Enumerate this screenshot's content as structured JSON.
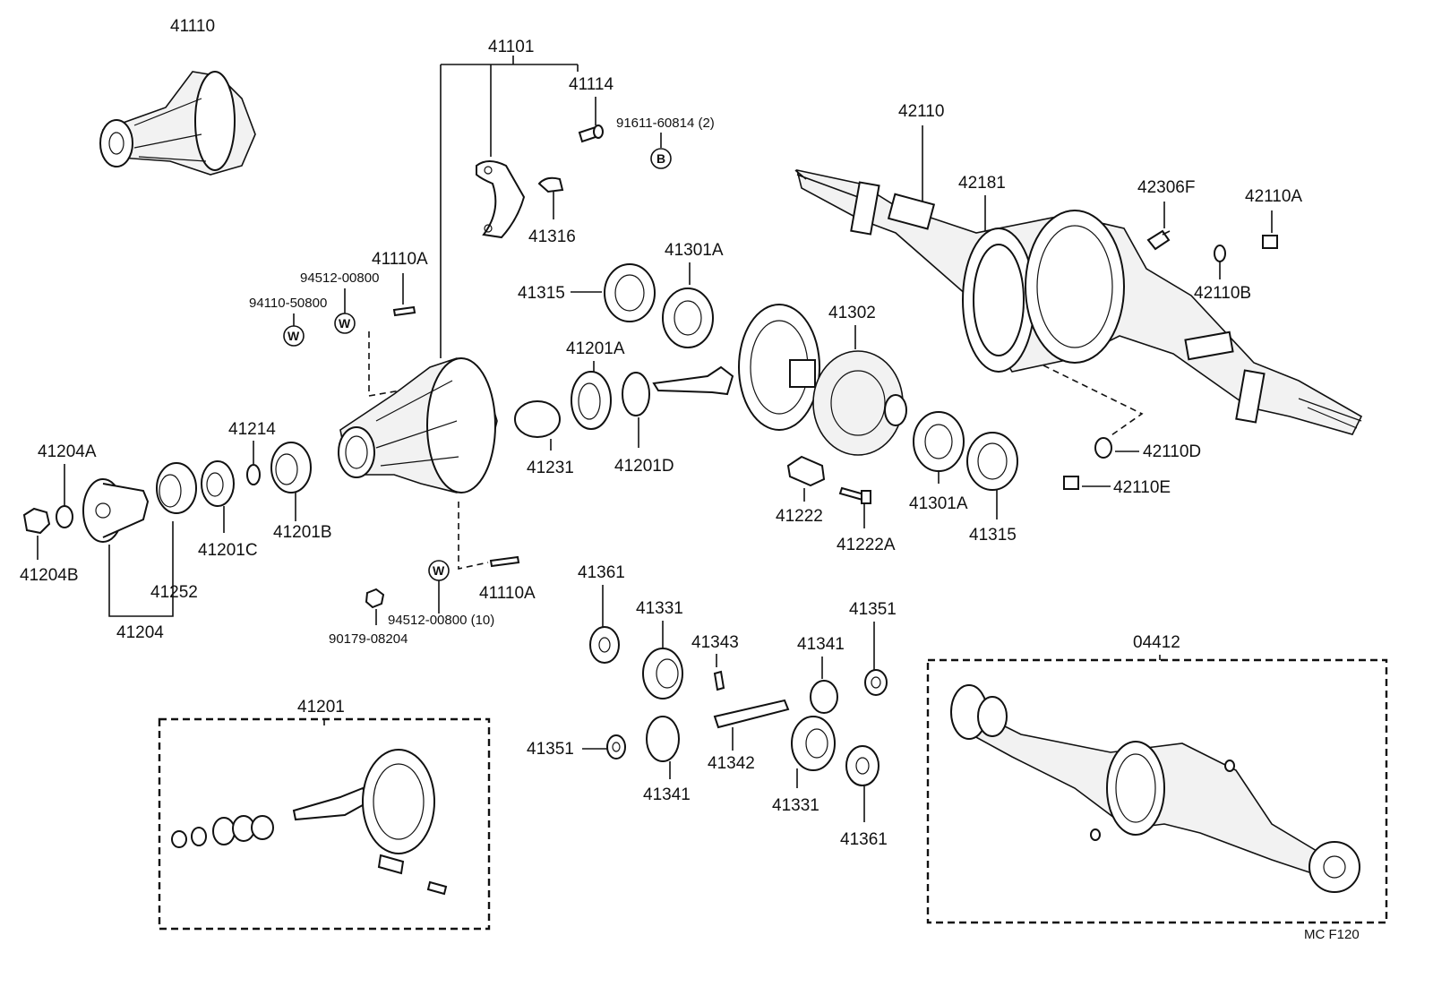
{
  "labels": {
    "p41110": "41110",
    "p41101": "41101",
    "p41114": "41114",
    "p91611": "91611-60814 (2)",
    "p41316": "41316",
    "p42110": "42110",
    "p42181": "42181",
    "p42306F": "42306F",
    "p42110A": "42110A",
    "p42110B": "42110B",
    "p41110A_top": "41110A",
    "p94512_top": "94512-00800",
    "p94110": "94110-50800",
    "p41301A_top": "41301A",
    "p41315_top": "41315",
    "p41302": "41302",
    "p41201A": "41201A",
    "p41214": "41214",
    "p41204A": "41204A",
    "p41231": "41231",
    "p41201D": "41201D",
    "p41204B": "41204B",
    "p41201C": "41201C",
    "p41201B": "41201B",
    "p41252": "41252",
    "p41204": "41204",
    "p41222": "41222",
    "p41222A": "41222A",
    "p41301A_bot": "41301A",
    "p41315_bot": "41315",
    "p42110D": "42110D",
    "p42110E": "42110E",
    "p41110A_bot": "41110A",
    "p94512_bot": "94512-00800 (10)",
    "p90179": "90179-08204",
    "p41361_top": "41361",
    "p41331_top": "41331",
    "p41343": "41343",
    "p41341_top": "41341",
    "p41351_top": "41351",
    "p04412": "04412",
    "p41201": "41201",
    "p41351_bot": "41351",
    "p41341_bot": "41341",
    "p41342": "41342",
    "p41331_bot": "41331",
    "p41361_bot": "41361",
    "footer": "MC  F120"
  },
  "symbols": {
    "bolt_code": "B",
    "washer_code": "W"
  }
}
